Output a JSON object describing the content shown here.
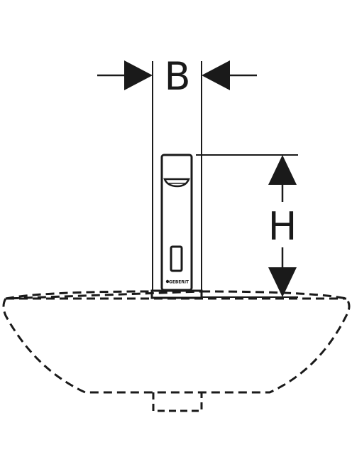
{
  "dimensions": {
    "width_label": "B",
    "height_label": "H"
  },
  "faucet": {
    "brand_mark": "GEBERIT"
  },
  "colors": {
    "line": "#1a1a1a",
    "background": "#ffffff"
  }
}
